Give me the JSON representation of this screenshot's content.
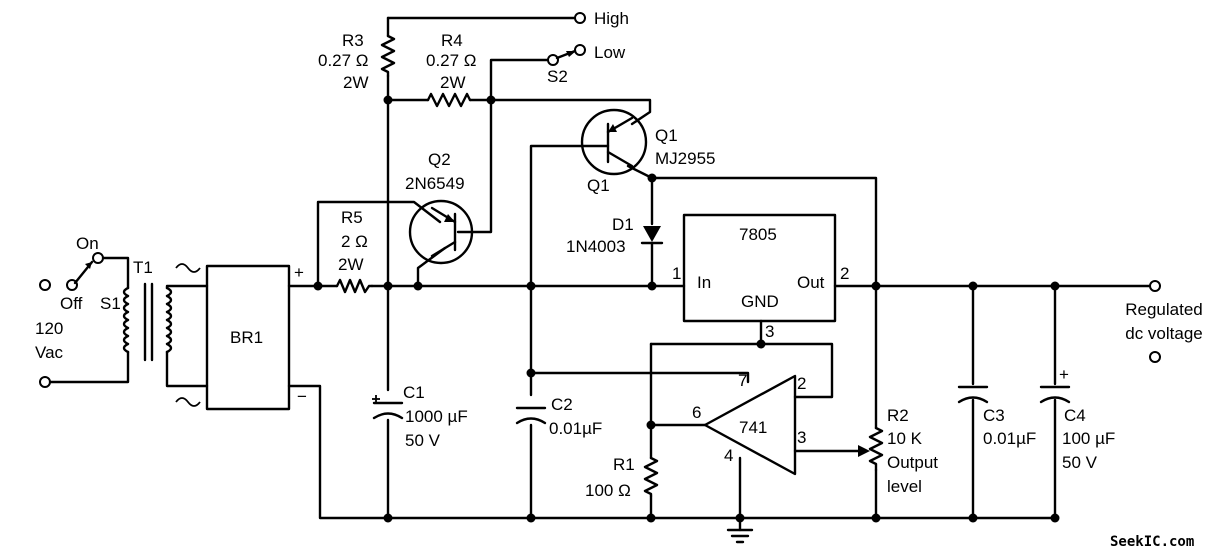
{
  "labels": {
    "high": "High",
    "low": "Low",
    "s2": "S2",
    "r3_name": "R3",
    "r3_val": "0.27 Ω",
    "r3_pow": "2W",
    "r4_name": "R4",
    "r4_val": "0.27 Ω",
    "r4_pow": "2W",
    "q1_name": "Q1",
    "q1_part": "MJ2955",
    "q1_name2": "Q1",
    "q2_name": "Q2",
    "q2_part": "2N6549",
    "r5_name": "R5",
    "r5_val": "2 Ω",
    "r5_pow": "2W",
    "d1_name": "D1",
    "d1_part": "1N4003",
    "reg_name": "7805",
    "reg_in": "In",
    "reg_out": "Out",
    "reg_gnd": "GND",
    "pin1": "1",
    "pin2": "2",
    "pin3": "3",
    "on": "On",
    "off": "Off",
    "s1": "S1",
    "t1": "T1",
    "mains_v": "120",
    "mains_u": "Vac",
    "br1": "BR1",
    "plus": "+",
    "minus": "−",
    "c1_name": "C1",
    "c1_val": "1000 µF",
    "c1_v": "50 V",
    "c2_name": "C2",
    "c2_val": "0.01µF",
    "r1_name": "R1",
    "r1_val": "100 Ω",
    "opamp": "741",
    "op_pin7": "7",
    "op_pin2": "2",
    "op_pin6": "6",
    "op_pin3": "3",
    "op_pin4": "4",
    "r2_name": "R2",
    "r2_val": "10 K",
    "r2_desc1": "Output",
    "r2_desc2": "level",
    "c3_name": "C3",
    "c3_val": "0.01µF",
    "c4_name": "C4",
    "c4_val": "100 µF",
    "c4_v": "50 V",
    "out_label1": "Regulated",
    "out_label2": "dc voltage",
    "watermark": "SeekIC.com"
  }
}
